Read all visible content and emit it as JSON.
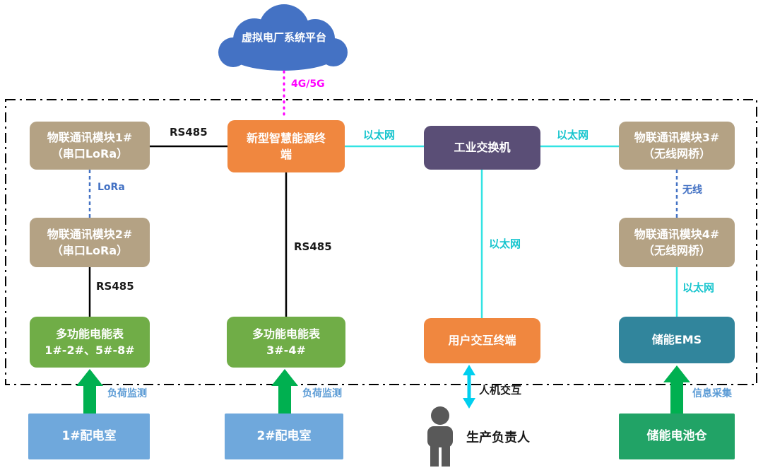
{
  "cloud": {
    "label": "虚拟电厂系统平台"
  },
  "nodes": {
    "iot1": {
      "line1": "物联通讯模块1#",
      "line2": "（串口LoRa）"
    },
    "energy_terminal": {
      "label": "新型智慧能源终端"
    },
    "switch": {
      "label": "工业交换机"
    },
    "iot3": {
      "line1": "物联通讯模块3#",
      "line2": "（无线网桥）"
    },
    "iot2": {
      "line1": "物联通讯模块2#",
      "line2": "（串口LoRa）"
    },
    "iot4": {
      "line1": "物联通讯模块4#",
      "line2": "（无线网桥）"
    },
    "meter_a": {
      "line1": "多功能电能表",
      "line2": "1#-2#、5#-8#"
    },
    "meter_b": {
      "line1": "多功能电能表",
      "line2": "3#-4#"
    },
    "hmi": {
      "label": "用户交互终端"
    },
    "ems": {
      "label": "储能EMS"
    },
    "room1": {
      "label": "1#配电室"
    },
    "room2": {
      "label": "2#配电室"
    },
    "battery": {
      "label": "储能电池仓"
    },
    "person": {
      "label": "生产负责人"
    }
  },
  "links": {
    "g4_5g": {
      "label": "4G/5G"
    },
    "rs485_top": {
      "label": "RS485"
    },
    "eth_a": {
      "label": "以太网"
    },
    "eth_b": {
      "label": "以太网"
    },
    "lora": {
      "label": "LoRa"
    },
    "wireless": {
      "label": "无线"
    },
    "rs485_left": {
      "label": "RS485"
    },
    "rs485_mid": {
      "label": "RS485"
    },
    "eth_c": {
      "label": "以太网"
    },
    "eth_d": {
      "label": "以太网"
    },
    "load_monitor_1": {
      "label": "负荷监测"
    },
    "load_monitor_2": {
      "label": "负荷监测"
    },
    "hmi_interaction": {
      "label": "人机交互"
    },
    "info_collect": {
      "label": "信息采集"
    }
  },
  "colors": {
    "cloud_blue": "#4472C4",
    "iot_tan": "#B4A284",
    "terminal_orange": "#F0873F",
    "switch_purple": "#5A4E76",
    "meter_green": "#70AD47",
    "ems_teal": "#31859C",
    "room_blue": "#6FA8DC",
    "battery_green": "#21A366",
    "arrow_green": "#00B050",
    "ethernet_cyan": "#33E3E3",
    "lora_blue": "#4472C4",
    "cellular_magenta": "#FF00FF"
  }
}
